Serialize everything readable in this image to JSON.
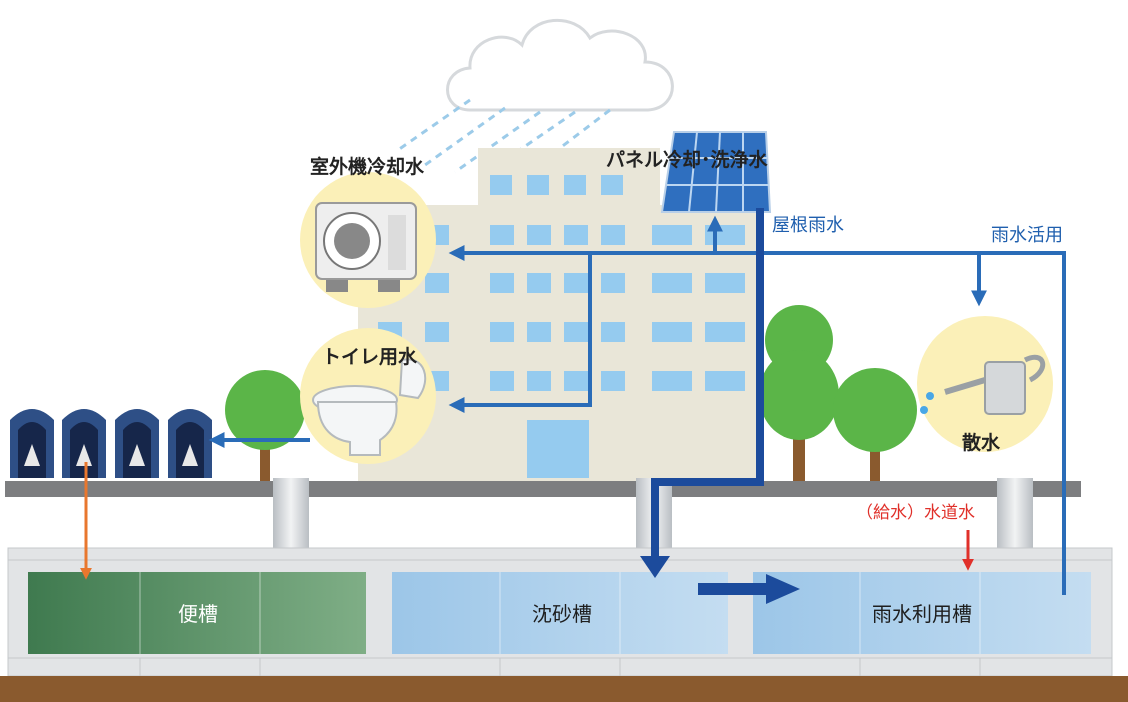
{
  "labels": {
    "outdoor_unit_cooling": "室外機冷却水",
    "panel_cooling_cleaning": "パネル冷却･洗浄水",
    "roof_rainwater": "屋根雨水",
    "rainwater_use": "雨水活用",
    "toilet_water": "トイレ用水",
    "watering": "散水",
    "tap_water_supply": "（給水）水道水"
  },
  "tanks": {
    "septic": "便槽",
    "sedimentation": "沈砂槽",
    "rainwater_storage": "雨水利用槽"
  },
  "colors": {
    "pipe_blue": "#2a6cb8",
    "drain_navy": "#1c4b9c",
    "supply_red": "#e0302a",
    "waste_orange": "#e8772e",
    "bubble_yellow": "#fbf0b8",
    "septic_green": "#4f8a5e",
    "water_blue": "#a9cdea"
  }
}
